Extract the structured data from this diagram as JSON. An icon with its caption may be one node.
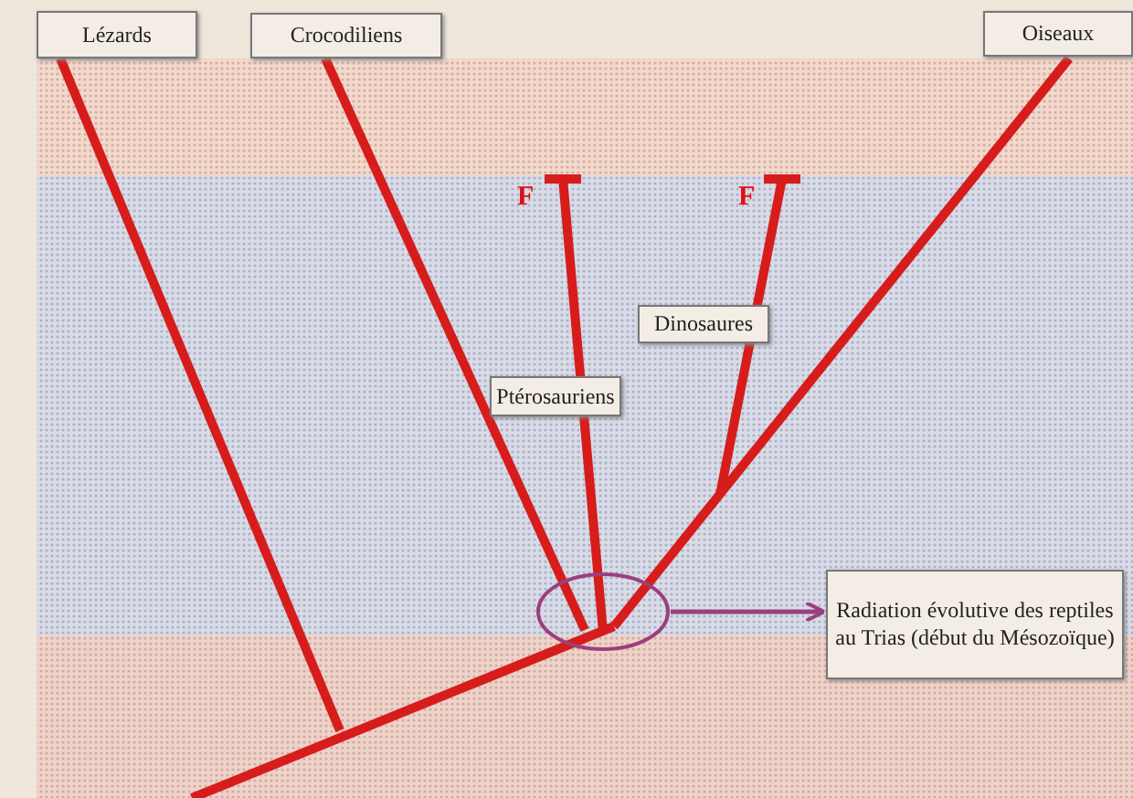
{
  "diagram": {
    "nodes": [
      {
        "text": [
          "Lézards"
        ]
      },
      {
        "text": [
          "Crocodiliens"
        ]
      },
      {
        "text": [
          "Oiseaux"
        ]
      },
      {
        "text": [
          "Ptérosauriens"
        ]
      },
      {
        "text": [
          "Dinosaures"
        ]
      },
      {
        "text": [],
        "shape": "ellipse"
      },
      {
        "text": [
          "Radiation évolutive des reptiles au Trias (début du Mésozoïque)"
        ]
      }
    ],
    "edges": [
      {
        "from": 5,
        "to": 6,
        "arrow": "to",
        "color": "#9b3f7e"
      }
    ],
    "labels": [
      "F",
      "F"
    ]
  }
}
